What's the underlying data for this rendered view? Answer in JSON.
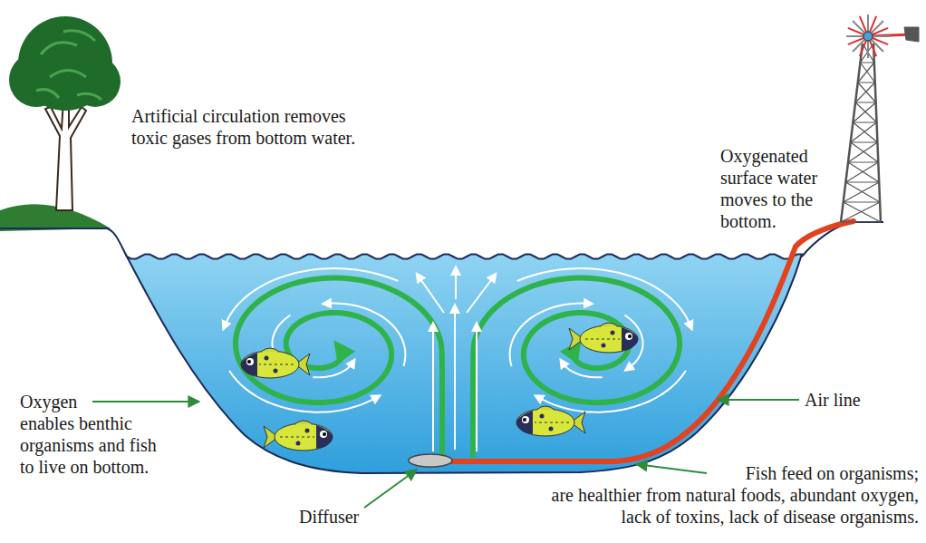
{
  "diagram": {
    "labels": [
      "Artificial circulation removes toxic gases from bottom water.",
      "Oxygenated surface water moves to the bottom.",
      "Oxygen enables benthic organisms and fish to live on bottom.",
      "Air line",
      "Diffuser",
      "Fish feed on organisms; are healthier from natural foods, abundant oxygen, lack of toxins, lack of disease organisms."
    ]
  }
}
